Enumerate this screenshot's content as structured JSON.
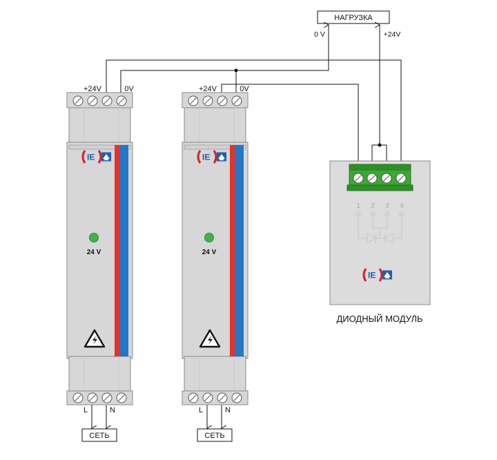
{
  "load_label": "НАГРУЗКА",
  "load_terminals": {
    "zero": "0 V",
    "plus": "+24V"
  },
  "psu1": {
    "top_plus": "+24V",
    "top_zero": "0V",
    "voltage": "24 V",
    "line": "L",
    "neutral": "N",
    "mains": "СЕТЬ",
    "led_color": "#3db34a"
  },
  "psu2": {
    "top_plus": "+24V",
    "top_zero": "0V",
    "voltage": "24 V",
    "line": "L",
    "neutral": "N",
    "mains": "СЕТЬ",
    "led_color": "#3db34a"
  },
  "diode_module": {
    "caption": "ДИОДНЫЙ МОДУЛЬ",
    "pins": [
      "1",
      "2",
      "3",
      "4"
    ],
    "terminal_color": "#3aa832"
  },
  "colors": {
    "stripe_red": "#e53228",
    "stripe_blue": "#2476c6",
    "logo_red": "#d7262e",
    "logo_blue": "#1f5fb2"
  },
  "icons": [
    "high-voltage-warning-icon",
    "manufacturer-logo-icon",
    "terminal-screw-icon",
    "led-indicator-icon",
    "diode-symbol-icon"
  ]
}
